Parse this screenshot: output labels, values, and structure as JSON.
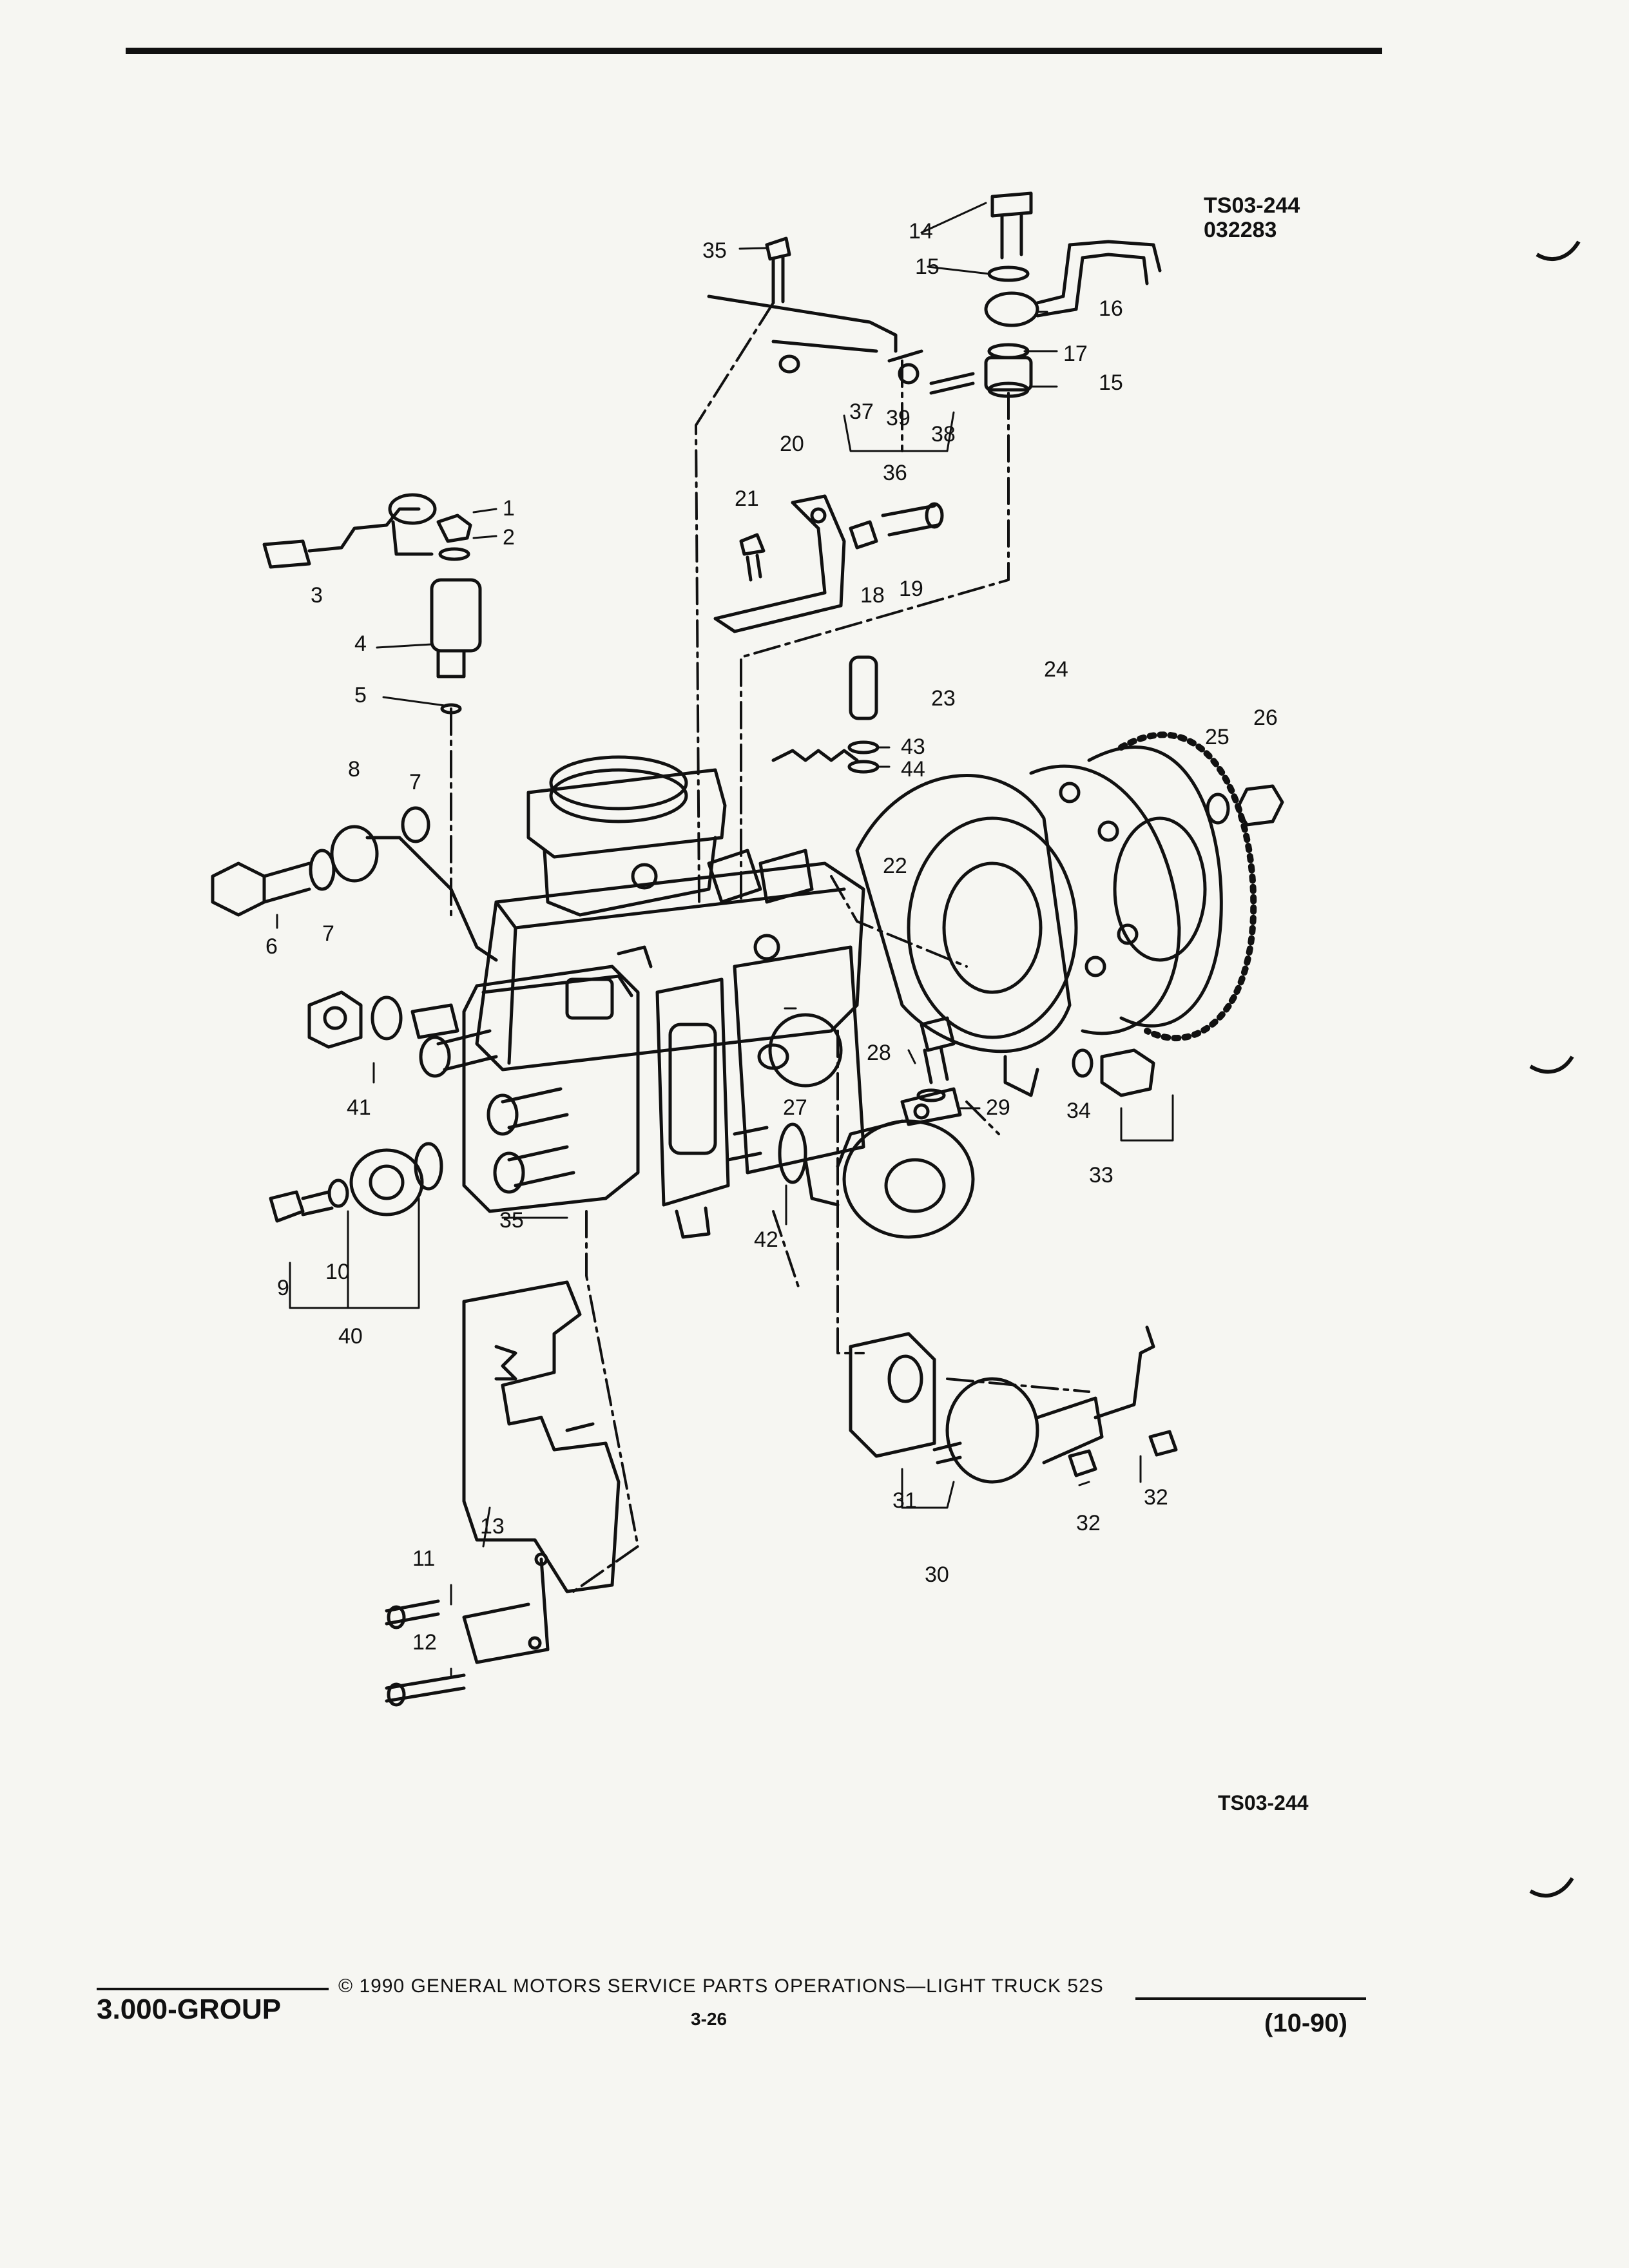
{
  "figure": {
    "id_top": "TS03-244",
    "date_code": "032283",
    "id_bottom": "TS03-244"
  },
  "callouts": [
    {
      "label": "1"
    },
    {
      "label": "2"
    },
    {
      "label": "3"
    },
    {
      "label": "4"
    },
    {
      "label": "5"
    },
    {
      "label": "6"
    },
    {
      "label": "7"
    },
    {
      "label": "7"
    },
    {
      "label": "8"
    },
    {
      "label": "9"
    },
    {
      "label": "10"
    },
    {
      "label": "11"
    },
    {
      "label": "12"
    },
    {
      "label": "13"
    },
    {
      "label": "14"
    },
    {
      "label": "15"
    },
    {
      "label": "15"
    },
    {
      "label": "16"
    },
    {
      "label": "17"
    },
    {
      "label": "18"
    },
    {
      "label": "19"
    },
    {
      "label": "20"
    },
    {
      "label": "21"
    },
    {
      "label": "22"
    },
    {
      "label": "23"
    },
    {
      "label": "24"
    },
    {
      "label": "25"
    },
    {
      "label": "26"
    },
    {
      "label": "27"
    },
    {
      "label": "28"
    },
    {
      "label": "29"
    },
    {
      "label": "30"
    },
    {
      "label": "31"
    },
    {
      "label": "32"
    },
    {
      "label": "32"
    },
    {
      "label": "33"
    },
    {
      "label": "34"
    },
    {
      "label": "35"
    },
    {
      "label": "35"
    },
    {
      "label": "36"
    },
    {
      "label": "37"
    },
    {
      "label": "38"
    },
    {
      "label": "39"
    },
    {
      "label": "40"
    },
    {
      "label": "41"
    },
    {
      "label": "42"
    },
    {
      "label": "43"
    },
    {
      "label": "44"
    }
  ],
  "footer": {
    "group": "3.000-GROUP",
    "copyright": "© 1990 GENERAL MOTORS SERVICE PARTS OPERATIONS—LIGHT TRUCK 52S",
    "page": "3-26",
    "revision": "(10-90)"
  },
  "colors": {
    "paper": "#f6f6f2",
    "ink": "#111111"
  }
}
